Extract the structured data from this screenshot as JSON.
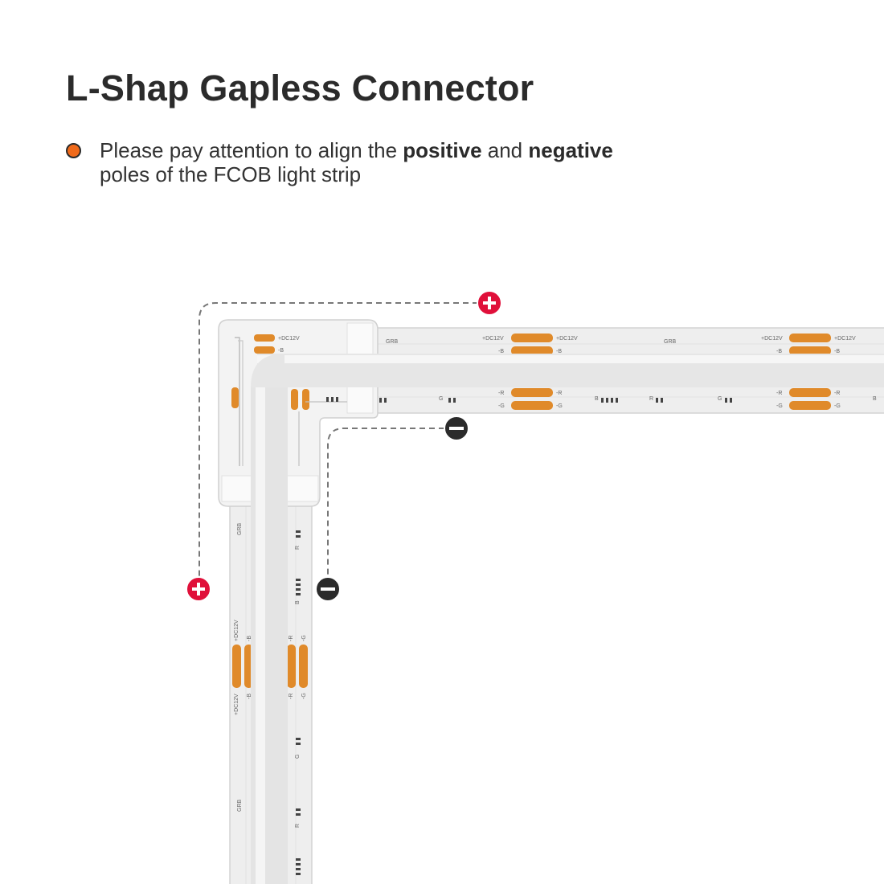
{
  "title": "L-Shap Gapless Connector",
  "note": {
    "part1": "Please pay attention to align the ",
    "positive": "positive",
    "part2": " and ",
    "negative": "negative",
    "line2": "poles of the FCOB light strip"
  },
  "strip_labels": {
    "grb": "GRB",
    "dc12v": "+DC12V",
    "minus_b": "-B",
    "minus_r": "-R",
    "minus_g": "-G",
    "r": "R",
    "g": "G",
    "b": "B"
  },
  "colors": {
    "accent_orange": "#f06a1a",
    "pad_orange": "#e08a2a",
    "positive_marker": "#e0103a",
    "negative_marker": "#2b2b2b"
  },
  "markers": {
    "positive_icon": "plus-circle-icon",
    "negative_icon": "minus-circle-icon"
  }
}
